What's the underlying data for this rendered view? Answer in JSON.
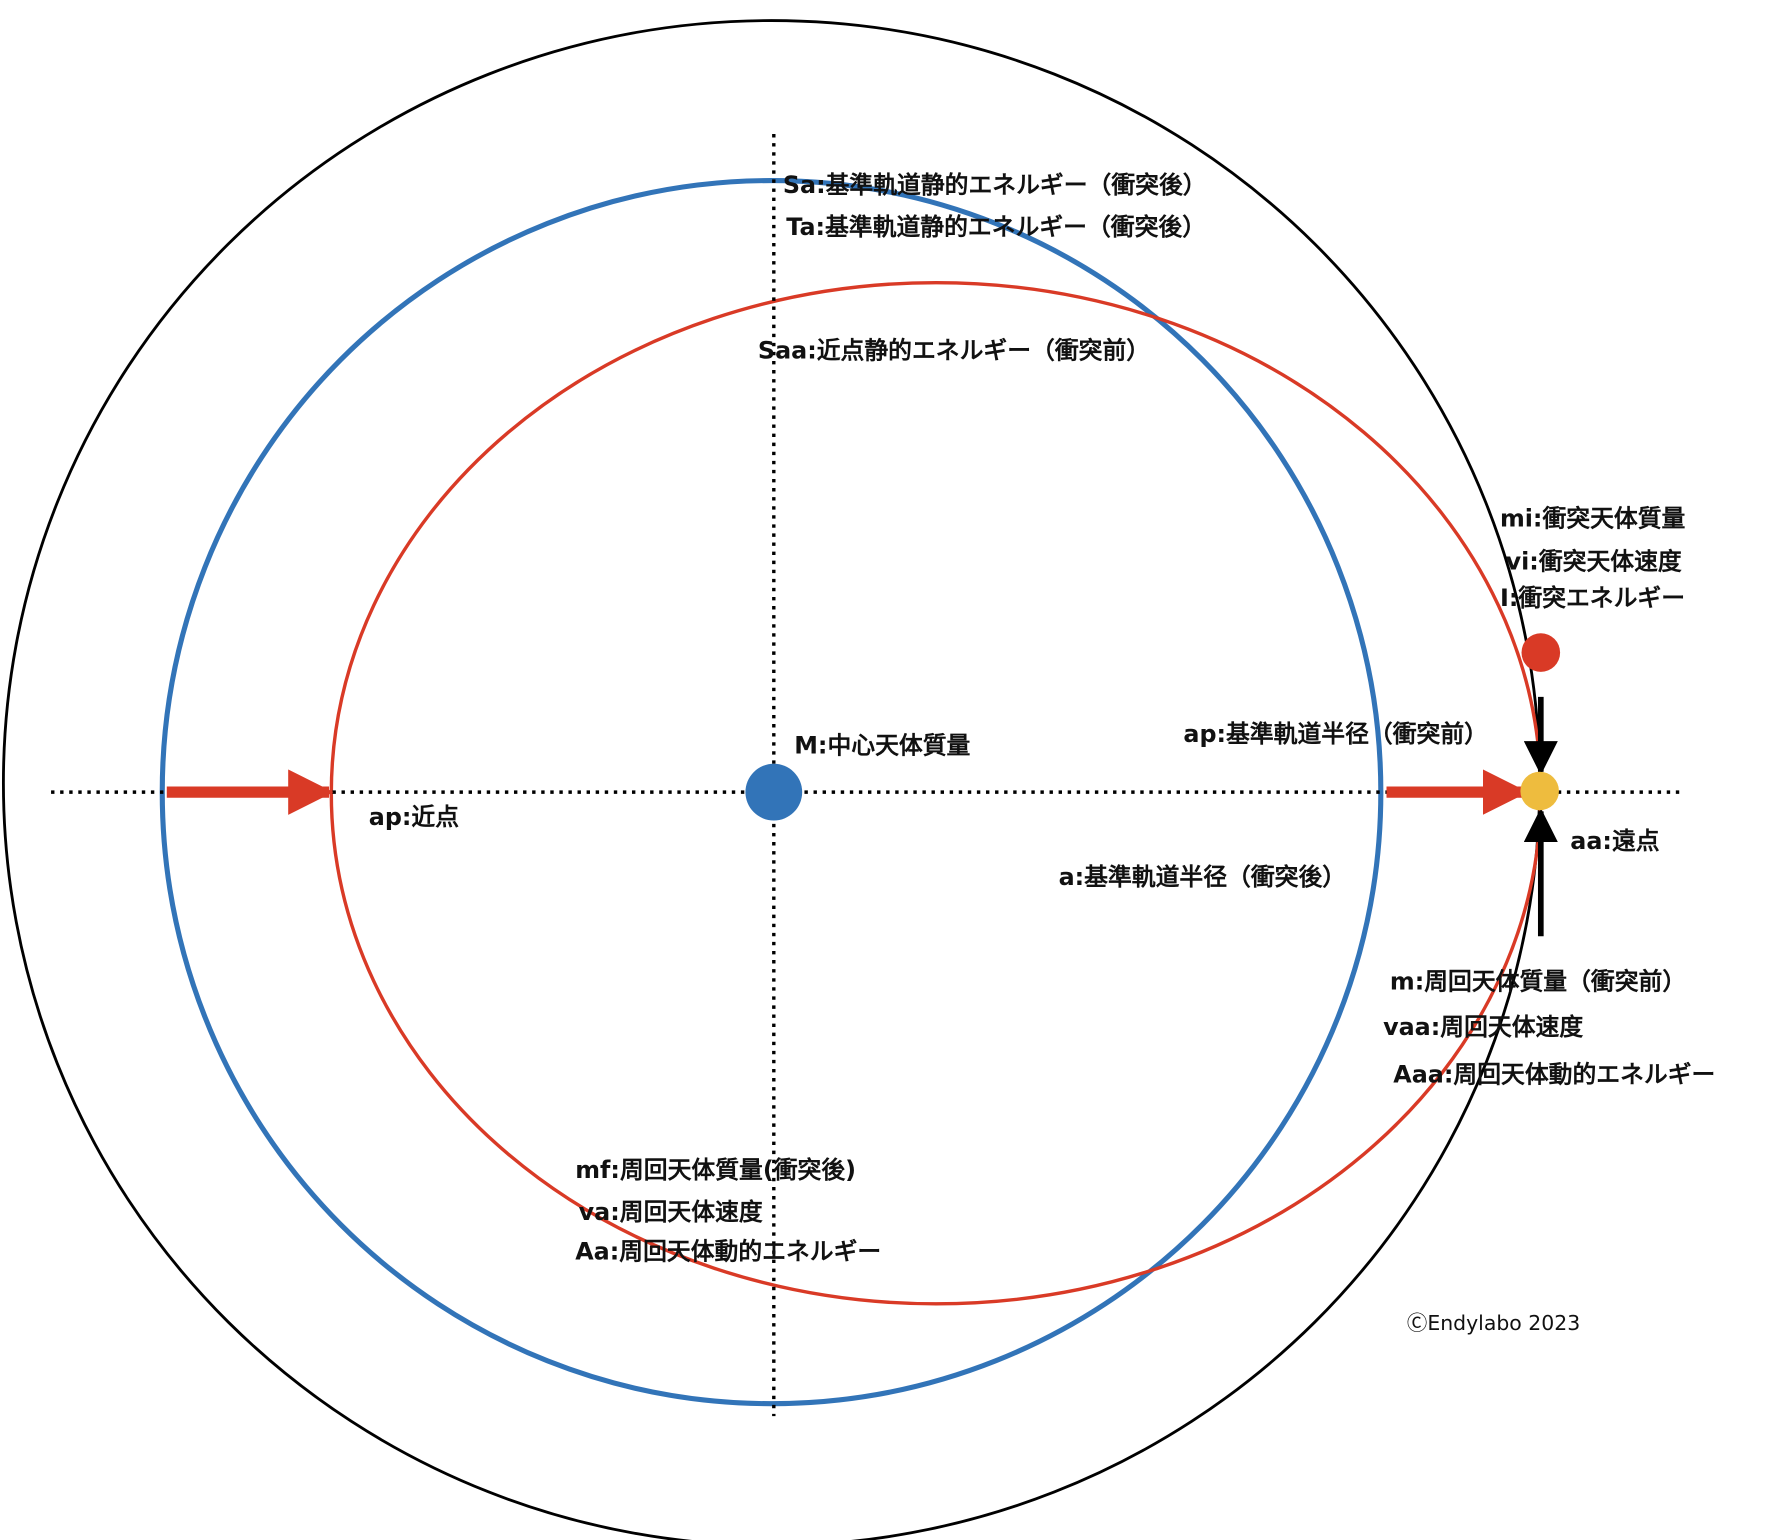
{
  "colors": {
    "blue": "#3274b8",
    "red": "#d93a26",
    "yellow": "#eebc3e",
    "black": "#000000"
  },
  "labels": {
    "Sa": "Sa:基準軌道静的エネルギー（衝突後）",
    "Ta": "Ta:基準軌道静的エネルギー（衝突後）",
    "Saa": "Saa:近点静的エネルギー（衝突前）",
    "mi": "mi:衝突天体質量",
    "vi": "vi:衝突天体速度",
    "I": "I:衝突エネルギー",
    "M": "M:中心天体質量",
    "ap_radius": "ap:基準軌道半径（衝突前）",
    "ap_near": "ap:近点",
    "aa_far": "aa:遠点",
    "a_radius": "a:基準軌道半径（衝突後）",
    "m": "m:周回天体質量（衝突前）",
    "vaa": "vaa:周回天体速度",
    "Aaa": "Aaa:周回天体動的エネルギー",
    "mf": "mf:周回天体質量(衝突後)",
    "va": "va:周回天体速度",
    "Aa": "Aa:周回天体動的エネルギー"
  },
  "copyright": "ⒸEndylabo 2023"
}
